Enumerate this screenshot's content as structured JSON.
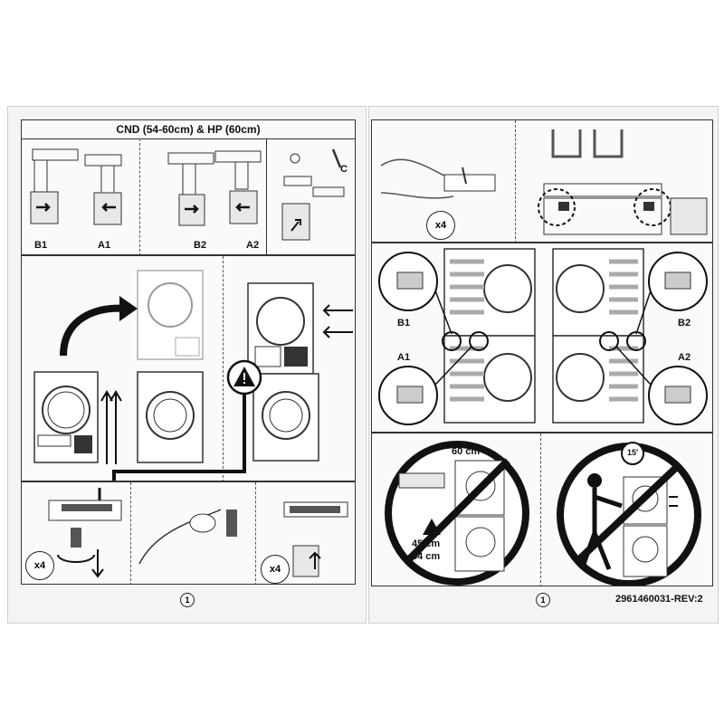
{
  "left_page": {
    "title": "CND (54-60cm) & HP (60cm)",
    "part_labels": {
      "b1": "B1",
      "a1": "A1",
      "b2": "B2",
      "a2": "A2",
      "c": "C"
    },
    "multiplier_left": "x4",
    "multiplier_right": "x4",
    "page_number": "1"
  },
  "right_page": {
    "multiplier_top": "x4",
    "part_labels": {
      "b1": "B1",
      "a1": "A1",
      "b2": "B2",
      "a2": "A2"
    },
    "warning": {
      "width": "60 cm",
      "depth_1": "45 cm",
      "depth_2": "54 cm",
      "timer": "15'"
    },
    "page_number": "1",
    "revision": "2961460031-REV:2"
  },
  "icons": [
    "arrow-right-icon",
    "arrow-left-icon",
    "curved-arrow-icon",
    "warning-triangle-icon",
    "prohibited-icon",
    "timer-icon",
    "screw-icon",
    "foot-icon"
  ]
}
